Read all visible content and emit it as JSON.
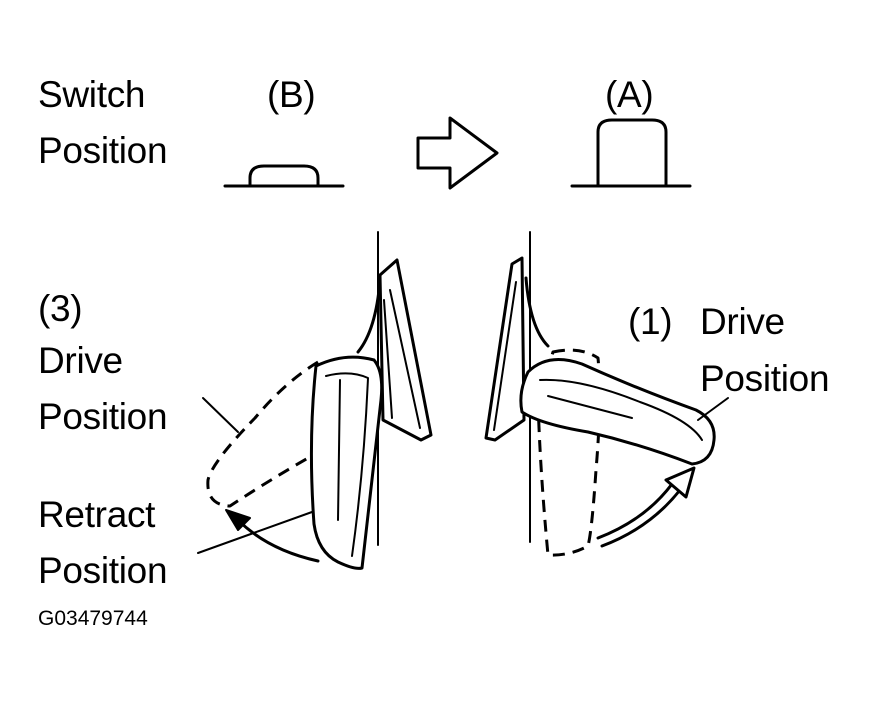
{
  "header": {
    "switch_label_line1": "Switch",
    "switch_label_line2": "Position",
    "position_b": "(B)",
    "position_a": "(A)"
  },
  "left_mirror": {
    "number": "(3)",
    "drive_line1": "Drive",
    "drive_line2": "Position",
    "retract_line1": "Retract",
    "retract_line2": "Position"
  },
  "right_mirror": {
    "number": "(1)",
    "drive_line1": "Drive",
    "drive_line2": "Position"
  },
  "figure_code": "G03479744",
  "colors": {
    "ink": "#000000",
    "background": "#ffffff"
  },
  "icons": [
    "switch-b-button-icon",
    "switch-a-button-icon",
    "hollow-right-arrow-icon",
    "left-mirror-icon",
    "right-mirror-icon",
    "retract-curved-arrow-icon",
    "drive-curved-arrow-icon"
  ]
}
